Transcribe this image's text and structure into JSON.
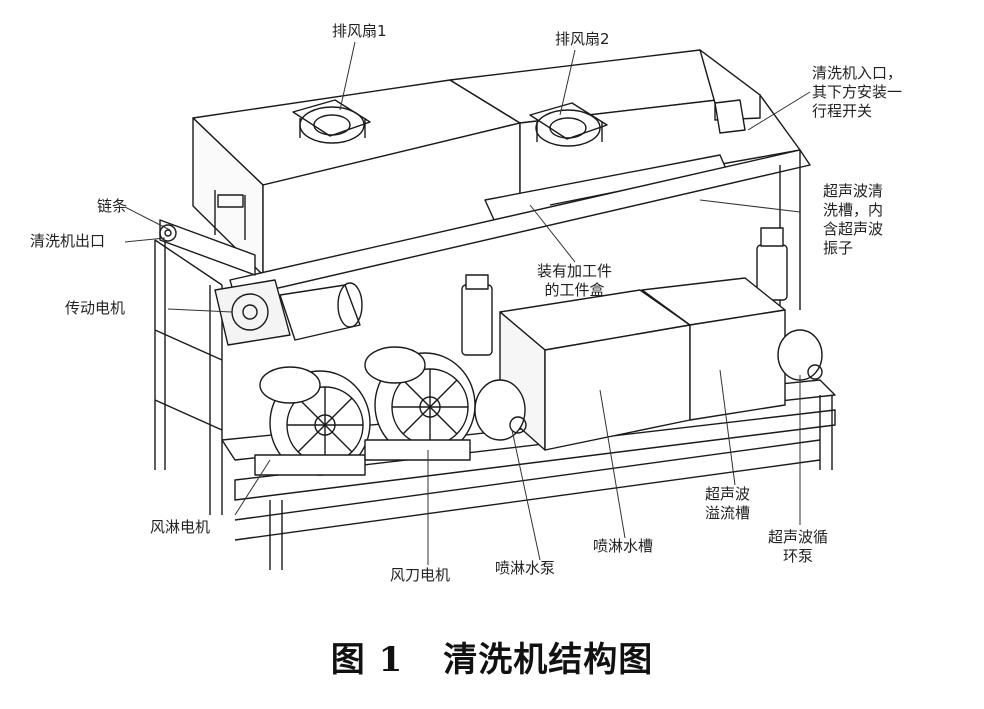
{
  "labels": {
    "fan1": "排风扇1",
    "fan2": "排风扇2",
    "entrance": [
      "清洗机入口，",
      "其下方安装一",
      "行程开关"
    ],
    "chain": "链条",
    "exit": "清洗机出口",
    "ultrasonic_tank": [
      "超声波清",
      "洗槽，内",
      "含超声波",
      "振子"
    ],
    "workpiece_box": [
      "装有加工件",
      "的工件盒"
    ],
    "drive_motor": "传动电机",
    "shower_motor": "风淋电机",
    "air_knife_motor": "风刀电机",
    "spray_pump": "喷淋水泵",
    "spray_tank": "喷淋水槽",
    "overflow_tank": [
      "超声波",
      "溢流槽"
    ],
    "circ_pump": [
      "超声波循",
      "环泵"
    ]
  },
  "caption": {
    "number": "图 1",
    "title": "清洗机结构图"
  },
  "colors": {
    "line": "#1a1a1a",
    "leader": "#333333",
    "background": "#ffffff"
  }
}
